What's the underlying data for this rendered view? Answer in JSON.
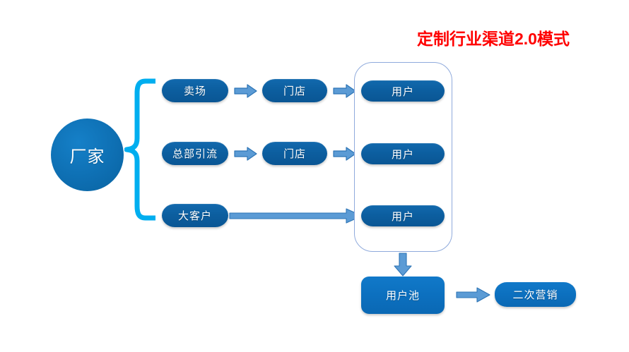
{
  "title": "定制行业渠道2.0模式",
  "colors": {
    "title": "#FF0000",
    "node_blue": "#0C5E9F",
    "bright_blue": "#0C70BF",
    "brace_blue": "#00AEEF",
    "arrow_blue": "#5B9BD5",
    "arrow_outline": "#2E75B6",
    "container_border": "#8FAADC",
    "background": "#FFFFFF"
  },
  "nodes": {
    "manufacturer": "厂家",
    "channels": [
      {
        "label": "卖场"
      },
      {
        "label": "总部引流"
      },
      {
        "label": "大客户"
      }
    ],
    "stores": [
      {
        "label": "门店"
      },
      {
        "label": "门店"
      }
    ],
    "users": [
      {
        "label": "用户"
      },
      {
        "label": "用户"
      },
      {
        "label": "用户"
      }
    ],
    "user_pool": "用户池",
    "remarketing": "二次营销"
  },
  "connectors": {
    "brace": "curly-brace-right",
    "channel_to_store": "arrow-right",
    "store_to_user": "arrow-right",
    "key_account_to_user": "long-arrow-right",
    "container_to_pool": "arrow-down",
    "pool_to_remarketing": "arrow-right"
  }
}
